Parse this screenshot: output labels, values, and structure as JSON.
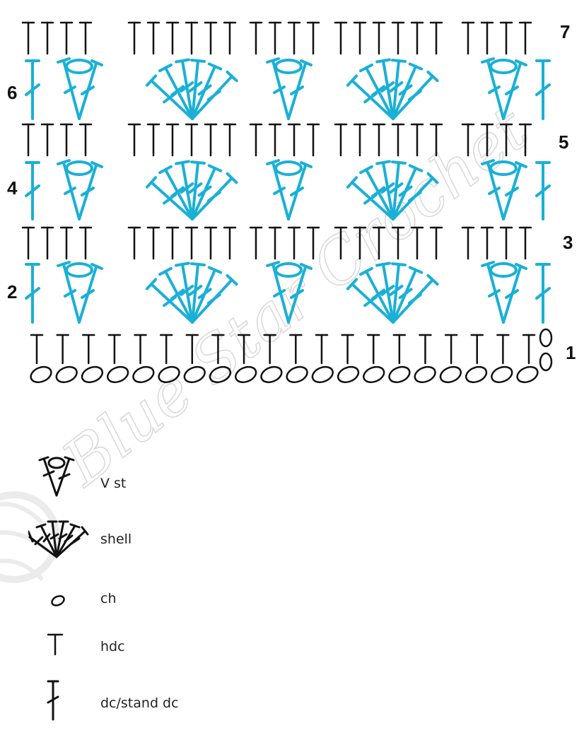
{
  "colors": {
    "row_even": "#1ab0d6",
    "row_odd": "#111111",
    "watermark": "#d9d9d9"
  },
  "watermark_text": "Blue Star Crochet",
  "row_numbers": {
    "r1": "1",
    "r2": "2",
    "r3": "3",
    "r4": "4",
    "r5": "5",
    "r6": "6",
    "r7": "7"
  },
  "pattern": {
    "foundation_chains": 20,
    "row1_hdc_count": 20,
    "hdc_row_groups": [
      4,
      6,
      4,
      6,
      4
    ],
    "blue_row_sequence": [
      "dc",
      "vst",
      "shell",
      "vst",
      "shell",
      "vst",
      "dc"
    ]
  },
  "legend": [
    {
      "symbol": "v-st",
      "label": "V st"
    },
    {
      "symbol": "shell",
      "label": "shell"
    },
    {
      "symbol": "ch",
      "label": "ch"
    },
    {
      "symbol": "hdc",
      "label": "hdc"
    },
    {
      "symbol": "dc",
      "label": "dc/stand dc"
    }
  ]
}
